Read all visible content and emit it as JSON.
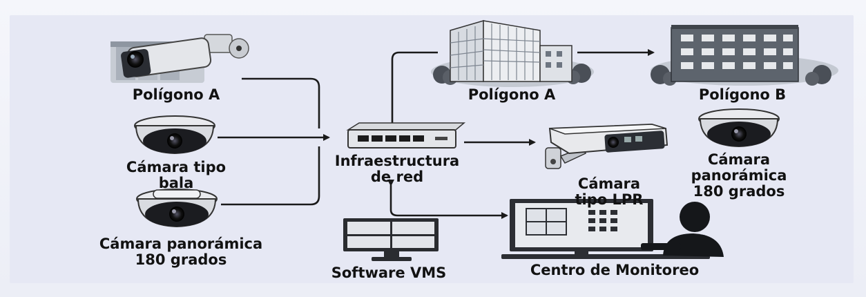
{
  "nodes": {
    "poligono_a_left": "Polígono A",
    "camara_bala": "Cámara tipo\nbala",
    "camara_pano_left": "Cámara panorámica\n180 grados",
    "infraestructura": "Infraestructura\nde red",
    "software_vms": "Software VMS",
    "poligono_a_top": "Polígono A",
    "poligono_b": "Polígono B",
    "camara_lpr": "Cámara\ntipo LPR",
    "camara_pano_right": "Cámara\npanorámica\n180 grados",
    "centro_monitoreo": "Centro de Monitoreo"
  },
  "icons": [
    "bullet-camera-on-building-icon",
    "dome-camera-icon",
    "network-switch-icon",
    "monitor-grid-icon",
    "office-building-icon",
    "apartment-building-icon",
    "lpr-camera-icon",
    "workstation-operator-icon"
  ],
  "colors": {
    "background": "#e6e8f4",
    "ink": "#121212",
    "line": "#1a1a1a"
  }
}
